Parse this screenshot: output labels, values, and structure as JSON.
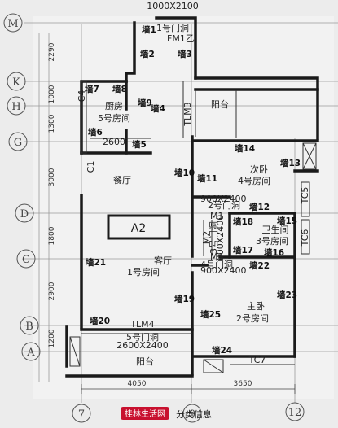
{
  "axes": {
    "rows": [
      "M",
      "K",
      "H",
      "G",
      "D",
      "C",
      "B",
      "A"
    ],
    "cols": [
      "7",
      "9",
      "12"
    ],
    "left_dims": [
      "2290",
      "1000",
      "1300",
      "3000",
      "1800",
      "2900",
      "1200"
    ],
    "bottom_dims": [
      "4050",
      "3650"
    ]
  },
  "rooms": {
    "door1": {
      "label": "1号门洞",
      "sub": "1000X2100",
      "code": "FM1乙"
    },
    "kitchen": {
      "label": "厨房",
      "sub": "5号房间"
    },
    "balcony_top": {
      "label": "阳台"
    },
    "tlm3": {
      "label": "TLM3"
    },
    "bedroom2": {
      "label": "次卧",
      "sub": "4号房间"
    },
    "dining": {
      "label": "餐厅"
    },
    "bath": {
      "label": "卫生间",
      "sub": "3号房间"
    },
    "living": {
      "label": "客厅",
      "sub": "1号房间"
    },
    "master": {
      "label": "主卧",
      "sub": "2号房间"
    },
    "door5": {
      "label": "5号门洞",
      "sub": "2600X2400",
      "code": "TLM4"
    },
    "balcony_bottom": {
      "label": "阳台"
    },
    "a2": {
      "label": "A2"
    },
    "c1": {
      "label": "C1"
    },
    "c4": {
      "label": "C4"
    },
    "tc5": {
      "label": "TC5"
    },
    "tc6": {
      "label": "TC6"
    },
    "tc7": {
      "label": "TC7"
    },
    "door2": {
      "label": "2号门洞",
      "sub": "900X2400",
      "code": "M1"
    },
    "door3": {
      "label": "3号门洞",
      "sub": "900X2400",
      "code": "M2"
    },
    "door4": {
      "label": "4号门洞",
      "sub": "900X2400",
      "code": "M1"
    },
    "dim2600": {
      "label": "2600"
    }
  },
  "walls": [
    "墙1",
    "墙2",
    "墙3",
    "墙4",
    "墙5",
    "墙6",
    "墙7",
    "墙8",
    "墙9",
    "墙10",
    "墙11",
    "墙12",
    "墙13",
    "墙14",
    "墙15",
    "墙16",
    "墙17",
    "墙18",
    "墙19",
    "墙20",
    "墙21",
    "墙22",
    "墙23",
    "墙24",
    "墙25"
  ],
  "watermark": {
    "brand": "桂林生活网",
    "tag": "分类信息"
  }
}
